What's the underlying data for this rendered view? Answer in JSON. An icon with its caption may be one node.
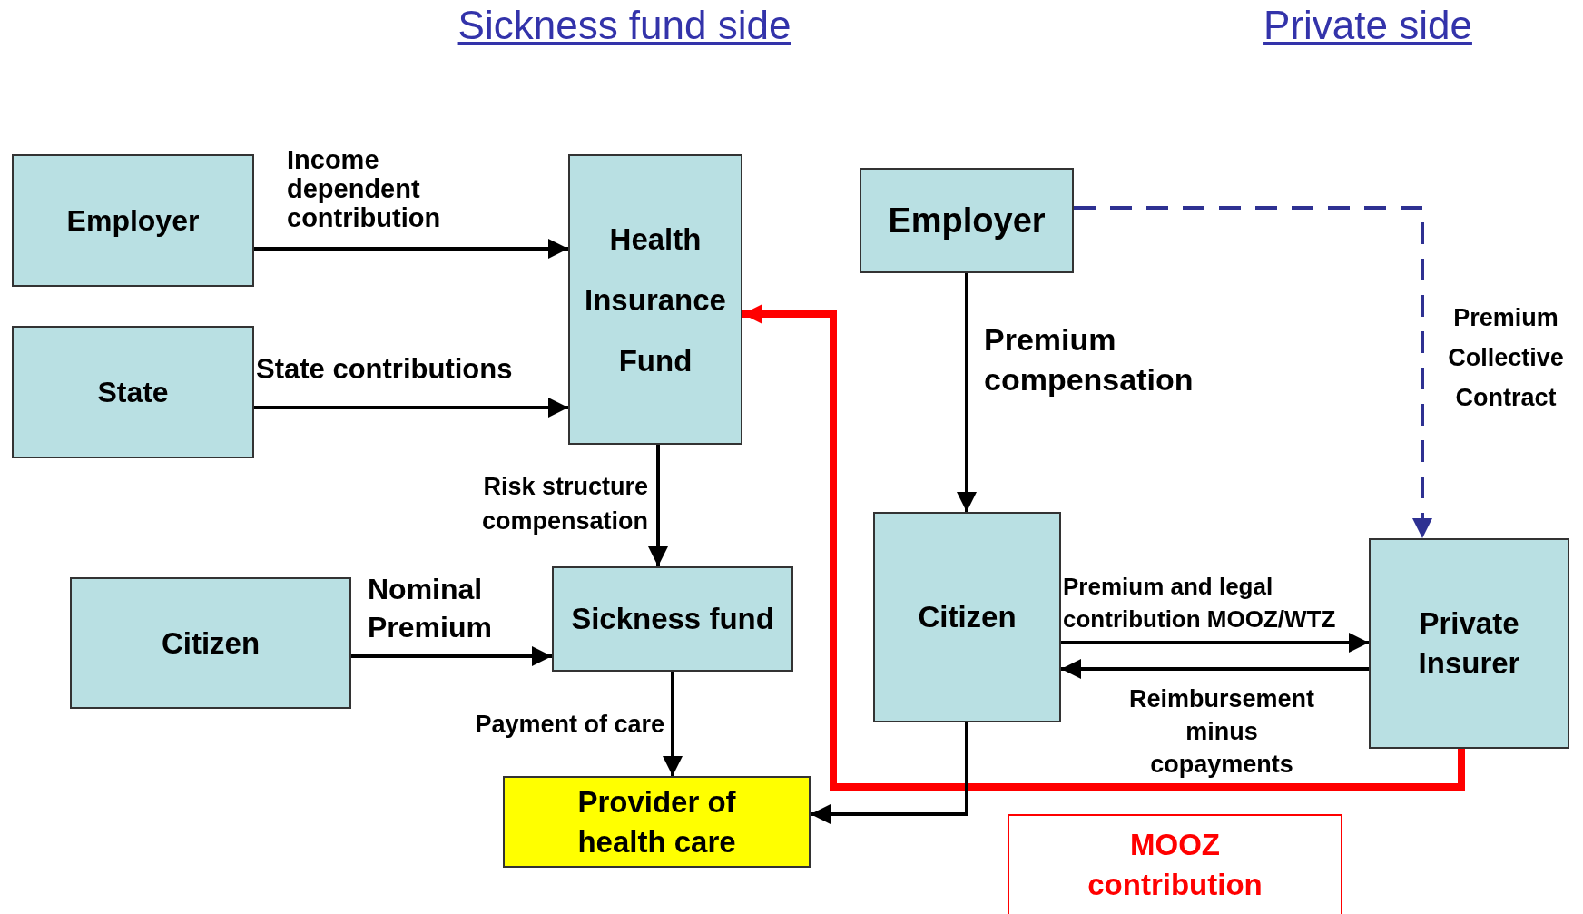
{
  "diagram": {
    "nodes": [
      {
        "text": [
          "Employer"
        ]
      },
      {
        "text": [
          "State"
        ]
      },
      {
        "text": [
          "Health Insurance Fund"
        ]
      },
      {
        "text": [
          "Citizen"
        ]
      },
      {
        "text": [
          "Sickness fund"
        ]
      },
      {
        "text": [
          "Provider of health care"
        ]
      },
      {
        "text": [
          "Employer"
        ]
      },
      {
        "text": [
          "Citizen"
        ]
      },
      {
        "text": [
          "Private Insurer"
        ]
      },
      {
        "text": [
          "MOOZ contribution"
        ]
      }
    ],
    "edges": [
      {
        "from": 0,
        "to": 2,
        "arrow": "to",
        "label": "Income dependent contribution"
      },
      {
        "from": 1,
        "to": 2,
        "arrow": "to",
        "label": "State contributions"
      },
      {
        "from": 2,
        "to": 4,
        "arrow": "to",
        "label": "Risk structure compensation"
      },
      {
        "from": 3,
        "to": 4,
        "arrow": "to",
        "label": "Nominal Premium"
      },
      {
        "from": 4,
        "to": 5,
        "arrow": "to",
        "label": "Payment of care"
      },
      {
        "from": 6,
        "to": 7,
        "arrow": "to",
        "label": "Premium compensation"
      },
      {
        "from": 6,
        "to": 8,
        "arrow": "to",
        "label": "Premium Collective Contract",
        "style": "dashed",
        "color": "#2e3192"
      },
      {
        "from": 7,
        "to": 8,
        "arrow": "to",
        "label": "Premium and legal contribution MOOZ/WTZ"
      },
      {
        "from": 8,
        "to": 7,
        "arrow": "to",
        "label": "Reimbursement minus copayments"
      },
      {
        "from": 8,
        "to": 2,
        "arrow": "to",
        "style": "thick",
        "color": "#ff0000"
      },
      {
        "from": 7,
        "to": 5,
        "arrow": "to"
      }
    ],
    "labels": [
      "Sickness fund side",
      "Private side"
    ]
  }
}
